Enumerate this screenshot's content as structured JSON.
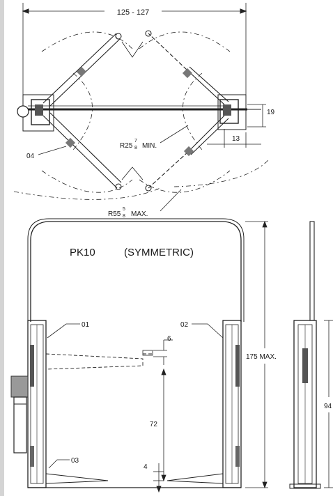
{
  "drawing": {
    "top_view": {
      "overall_width_label": "125 - 127",
      "offset_19": "19",
      "offset_13": "13",
      "min_radius_label": "R25 MIN.",
      "min_radius_whole": "R25",
      "min_radius_frac_num": "7",
      "min_radius_frac_den": "8",
      "min_radius_suffix": "MIN.",
      "max_radius_whole": "R55",
      "max_radius_frac_num": "5",
      "max_radius_frac_den": "8",
      "max_radius_suffix": "MAX.",
      "arm_callout": "04"
    },
    "front_view": {
      "model_title": "PK10",
      "model_subtitle": "(SYMMETRIC)",
      "left_column_callout": "01",
      "right_column_callout": "02",
      "base_callout": "03",
      "overall_height_label": "175 MAX.",
      "pad_height_label": "6",
      "lift_height_label": "72",
      "min_pad_height_label": "4"
    },
    "side_view": {
      "height_label": "94"
    }
  }
}
